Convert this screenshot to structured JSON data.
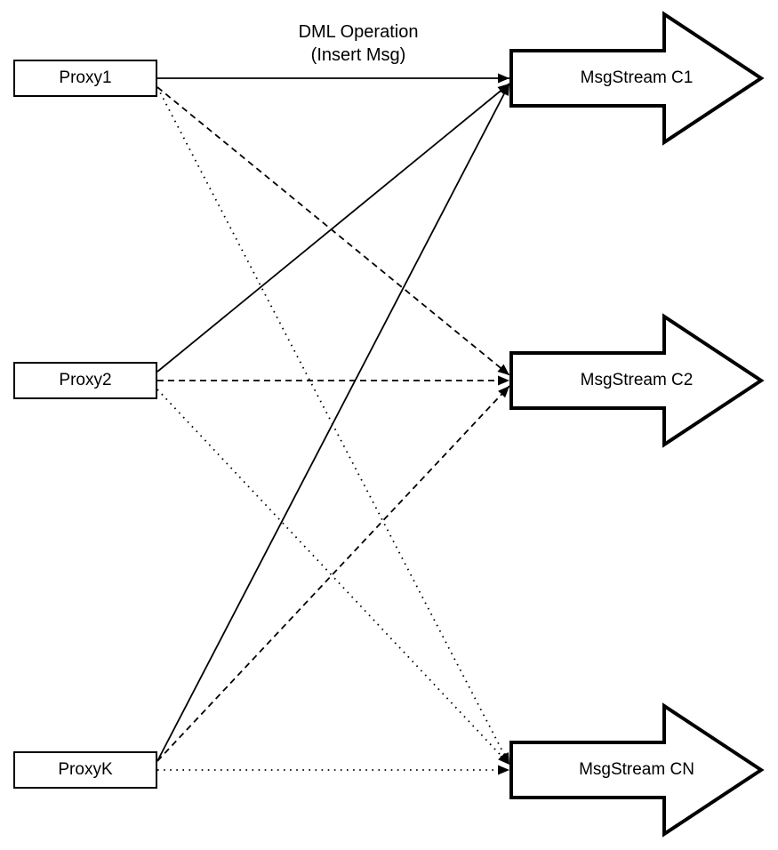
{
  "diagram": {
    "title": {
      "line1": "DML Operation",
      "line2": "(Insert Msg)"
    },
    "proxies": [
      {
        "label": "Proxy1"
      },
      {
        "label": "Proxy2"
      },
      {
        "label": "ProxyK"
      }
    ],
    "streams": [
      {
        "label": "MsgStream C1"
      },
      {
        "label": "MsgStream C2"
      },
      {
        "label": "MsgStream CN"
      }
    ],
    "connections": [
      {
        "from": 0,
        "to": 0,
        "style": "solid"
      },
      {
        "from": 0,
        "to": 1,
        "style": "dashed"
      },
      {
        "from": 0,
        "to": 2,
        "style": "dotted"
      },
      {
        "from": 1,
        "to": 0,
        "style": "solid"
      },
      {
        "from": 1,
        "to": 1,
        "style": "dashed"
      },
      {
        "from": 1,
        "to": 2,
        "style": "dotted"
      },
      {
        "from": 2,
        "to": 0,
        "style": "solid"
      },
      {
        "from": 2,
        "to": 1,
        "style": "dashed"
      },
      {
        "from": 2,
        "to": 2,
        "style": "dotted"
      }
    ],
    "legend": {
      "solid_targets": "MsgStream C1",
      "dashed_targets": "MsgStream C2",
      "dotted_targets": "MsgStream CN"
    },
    "colors": {
      "stroke": "#000000",
      "fill": "#ffffff"
    }
  }
}
